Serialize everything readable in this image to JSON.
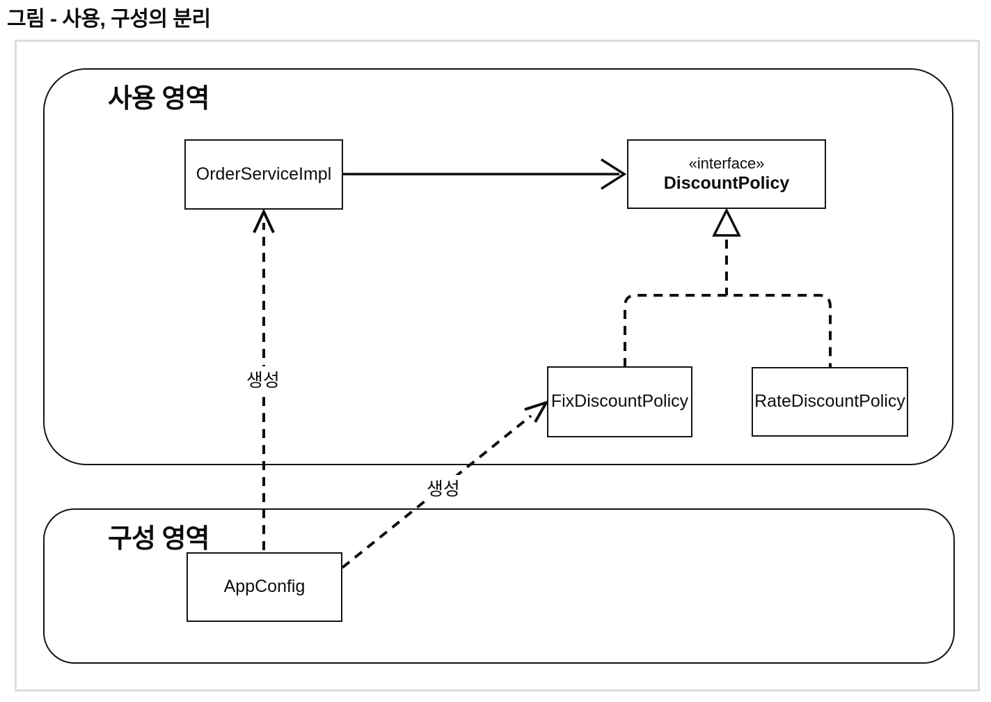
{
  "page": {
    "title": "그림 - 사용, 구성의 분리"
  },
  "diagram": {
    "areas": [
      {
        "id": "usage-area",
        "label": "사용 영역"
      },
      {
        "id": "config-area",
        "label": "구성 영역"
      }
    ],
    "nodes": [
      {
        "id": "order-service-impl",
        "label": "OrderServiceImpl"
      },
      {
        "id": "discount-policy",
        "stereotype": "«interface»",
        "label": "DiscountPolicy"
      },
      {
        "id": "fix-discount-policy",
        "label": "FixDiscountPolicy"
      },
      {
        "id": "rate-discount-policy",
        "label": "RateDiscountPolicy"
      },
      {
        "id": "app-config",
        "label": "AppConfig"
      }
    ],
    "edges": [
      {
        "from": "OrderServiceImpl",
        "to": "DiscountPolicy",
        "type": "association-solid-open-arrow",
        "label": ""
      },
      {
        "from": "FixDiscountPolicy",
        "to": "DiscountPolicy",
        "type": "realization-dashed-hollow-triangle",
        "label": ""
      },
      {
        "from": "RateDiscountPolicy",
        "to": "DiscountPolicy",
        "type": "realization-dashed-hollow-triangle",
        "label": ""
      },
      {
        "from": "AppConfig",
        "to": "OrderServiceImpl",
        "type": "dependency-dashed-open-arrow",
        "label": "생성"
      },
      {
        "from": "AppConfig",
        "to": "FixDiscountPolicy",
        "type": "dependency-dashed-open-arrow",
        "label": "생성"
      }
    ],
    "colors": {
      "line": "#0d0d0d",
      "box_border": "#141414",
      "frame_border": "#dcdcdc",
      "background": "#ffffff"
    }
  }
}
